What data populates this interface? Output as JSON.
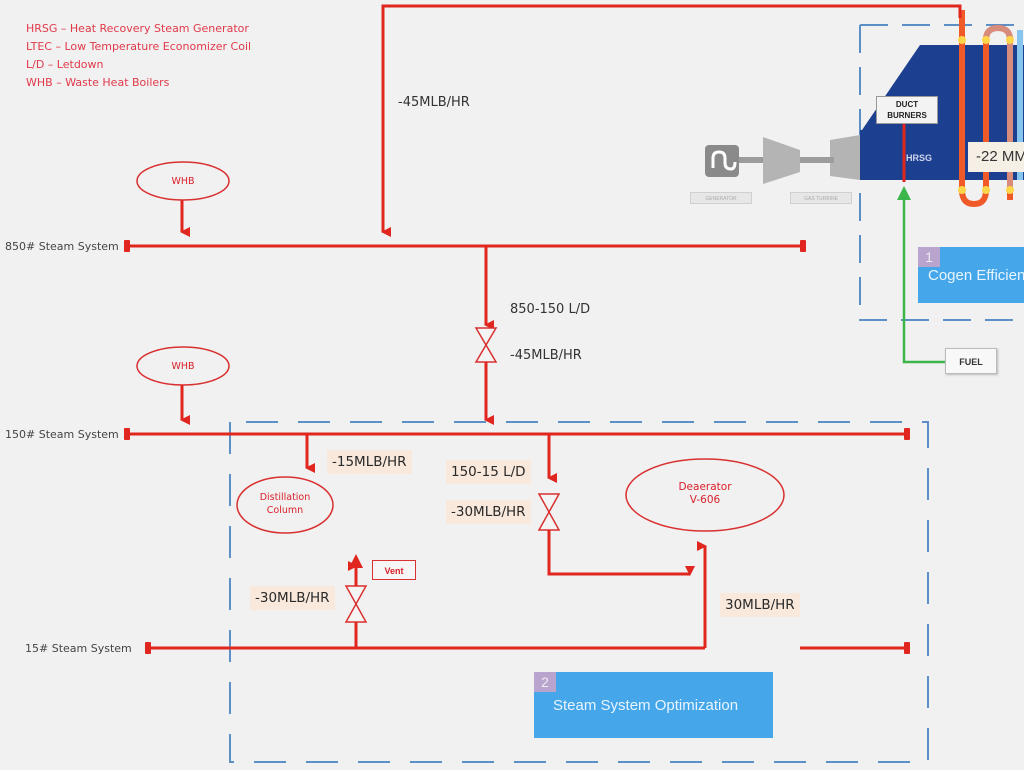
{
  "legend": [
    "HRSG – Heat Recovery Steam Generator",
    "LTEC – Low Temperature Economizer Coil",
    "L/D – Letdown",
    "WHB – Waste Heat Boilers"
  ],
  "headers": {
    "steam_850": "850# Steam System",
    "steam_150": "150# Steam System",
    "steam_15": "15# Steam System"
  },
  "nodes": {
    "whb_top": "WHB",
    "whb_mid": "WHB",
    "distillation": [
      "Distillation",
      "Column"
    ],
    "deaerator": [
      "Deaerator",
      "V-606"
    ],
    "vent": "Vent",
    "duct_burners": [
      "DUCT",
      "BURNERS"
    ],
    "hrsg": "HRSG",
    "fuel": "FUEL",
    "generator": "GENERATOR",
    "gas_turbine": "GAS TURBINE"
  },
  "flows": {
    "hrsg_to_850": "-45MLB/HR",
    "letdown_850_150_name": "850-150 L/D",
    "letdown_850_150_rate": "-45MLB/HR",
    "distillation_rate": "-15MLB/HR",
    "letdown_150_15_name": "150-15 L/D",
    "letdown_150_15_rate": "-30MLB/HR",
    "vent_rate": "-30MLB/HR",
    "deaerator_15_rate": "30MLB/HR",
    "hrsg_mm": "-22 MM"
  },
  "opportunities": [
    {
      "number": "1",
      "title": "Cogen Efficiency"
    },
    {
      "number": "2",
      "title": "Steam System Optimization"
    }
  ],
  "colors": {
    "steam_line": "#e0261f",
    "fuel_line": "#3cb54a",
    "dashed_box": "#5b8fc6",
    "hrsg_body": "#1d3f8f",
    "opportunity_box": "#45a7ea"
  }
}
